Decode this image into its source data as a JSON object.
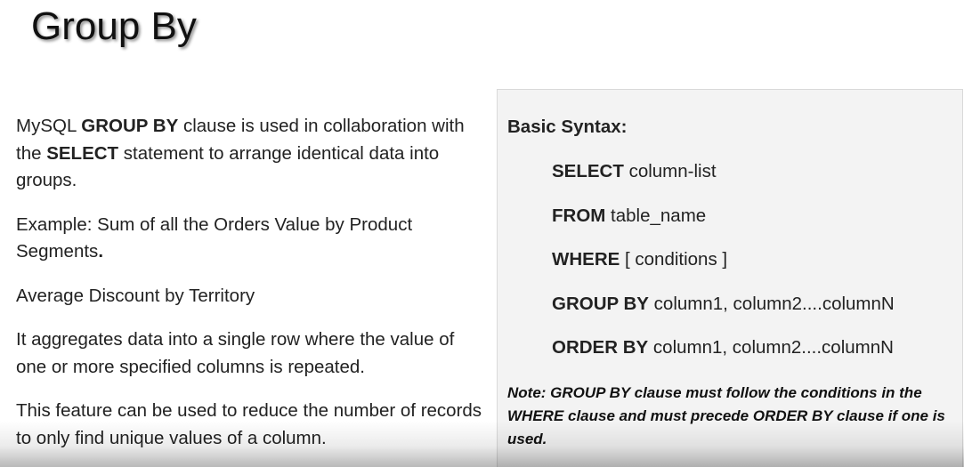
{
  "slide": {
    "title": "Group By"
  },
  "left": {
    "para1": {
      "t1": "MySQL ",
      "b1": "GROUP BY",
      "t2": " clause is used in collaboration with the ",
      "b2": "SELECT",
      "t3": " statement to arrange identical data into groups."
    },
    "para2": {
      "t1": "Example: Sum of all the Orders Value by Product Segments",
      "b1": "."
    },
    "para3": "Average Discount by Territory",
    "para4": "It aggregates  data into a single row where the value of one or more specified columns is repeated.",
    "para5": "This feature can be used to reduce the number of records to only find unique values of a column."
  },
  "syntax": {
    "heading": "Basic Syntax:",
    "lines": [
      {
        "keyword": "SELECT",
        "rest": " column-list"
      },
      {
        "keyword": "FROM",
        "rest": " table_name"
      },
      {
        "keyword": "WHERE",
        "rest": " [ conditions ]"
      },
      {
        "keyword": "GROUP BY",
        "rest": " column1, column2....columnN"
      },
      {
        "keyword": "ORDER BY",
        "rest": " column1, column2....columnN"
      }
    ],
    "note": "Note: GROUP BY clause must follow the conditions in the WHERE clause and must precede ORDER BY clause if one is used."
  }
}
